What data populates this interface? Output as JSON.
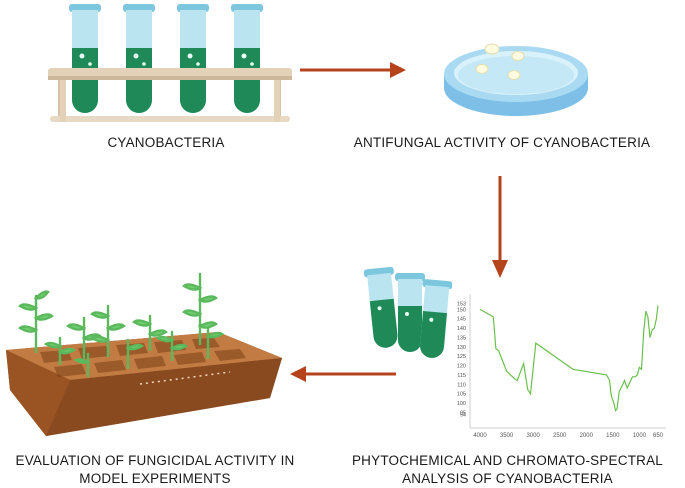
{
  "steps": {
    "cyanobacteria": {
      "label": "CYANOBACTERIA",
      "icon": "test-tube-rack-icon"
    },
    "antifungal": {
      "label": "ANTIFUNGAL ACTIVITY OF CYANOBACTERIA",
      "icon": "petri-dish-icon"
    },
    "phytochemical": {
      "line1": "PHYTOCHEMICAL AND CHROMATO-SPECTRAL",
      "line2": "ANALYSIS OF CYANOBACTERIA",
      "icon": "test-tubes-icon"
    },
    "evaluation": {
      "line1": "EVALUATION OF FUNGICIDAL ACTIVITY IN",
      "line2": "MODEL EXPERIMENTS",
      "icon": "seedling-tray-icon"
    }
  },
  "colors": {
    "arrow": "#b5431c",
    "culture_green": "#1f8a57",
    "tube_glass": "#9fd8ea",
    "spectrum_line": "#6bbf4e"
  },
  "chart_data": {
    "type": "line",
    "title": "",
    "xlabel": "",
    "ylabel": "",
    "x_ticks": [
      "4000",
      "3500",
      "3000",
      "2500",
      "2000",
      "1500",
      "1000",
      "650"
    ],
    "y_ticks": [
      "153",
      "150",
      "145",
      "140",
      "135",
      "130",
      "125",
      "120",
      "115",
      "110",
      "105",
      "100",
      "95",
      "94"
    ],
    "xlim": [
      4000,
      650
    ],
    "ylim": [
      92,
      155
    ],
    "series": [
      {
        "x": [
          4000,
          3750,
          3700,
          3650,
          3500,
          3350,
          3300,
          3180,
          3100,
          3050,
          3000,
          2950,
          2250,
          1620,
          1560,
          1540,
          1520,
          1480,
          1450,
          1420,
          1380,
          1330,
          1280,
          1230,
          1180,
          1130,
          1080,
          1040,
          1000,
          960,
          920,
          880,
          840,
          800,
          760,
          720,
          680,
          650
        ],
        "y": [
          150,
          146,
          129,
          128,
          117,
          113,
          112,
          121,
          107,
          105,
          118,
          132,
          118,
          115,
          112,
          106,
          103,
          100,
          96,
          97,
          106,
          109,
          112,
          108,
          111,
          114,
          114,
          115,
          119,
          118,
          138,
          149,
          146,
          135,
          139,
          140,
          145,
          152
        ]
      }
    ]
  }
}
